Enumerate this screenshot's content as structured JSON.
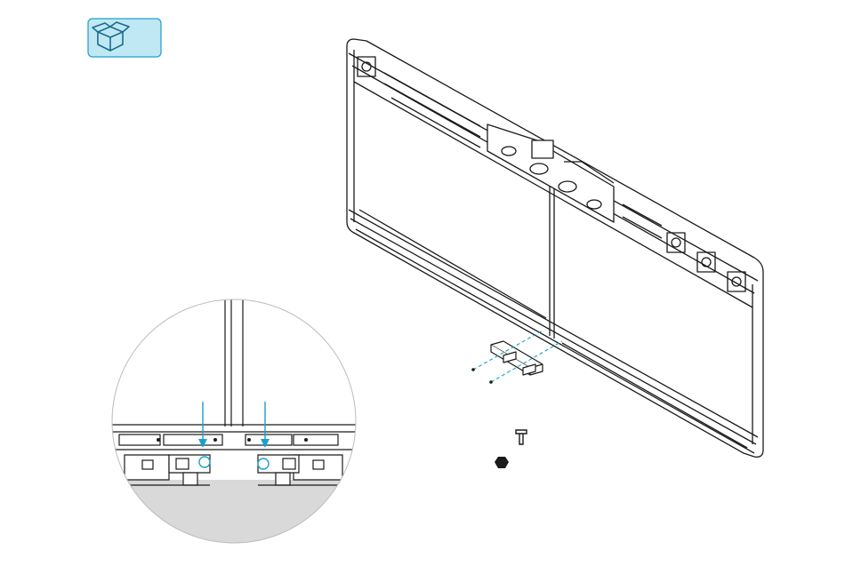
{
  "diagram": {
    "page_badge": {
      "icon": "open-box-icon",
      "color": "#1aa0cc",
      "fill": "#bfe8f4"
    },
    "main_assembly": {
      "name": "speaker-board-panel-assembly"
    },
    "bracket_step": {
      "name": "joining-bracket"
    },
    "detail_callout": {
      "name": "bracket-detail-zoom"
    },
    "parts": [
      {
        "name": "screw",
        "icon": "screw-icon"
      },
      {
        "name": "nut",
        "icon": "hex-nut-icon"
      }
    ],
    "colors": {
      "line": "#1a1a1a",
      "accent": "#1aa0cc",
      "floor": "#d9d9d9",
      "circle": "#bdbdbd"
    }
  }
}
